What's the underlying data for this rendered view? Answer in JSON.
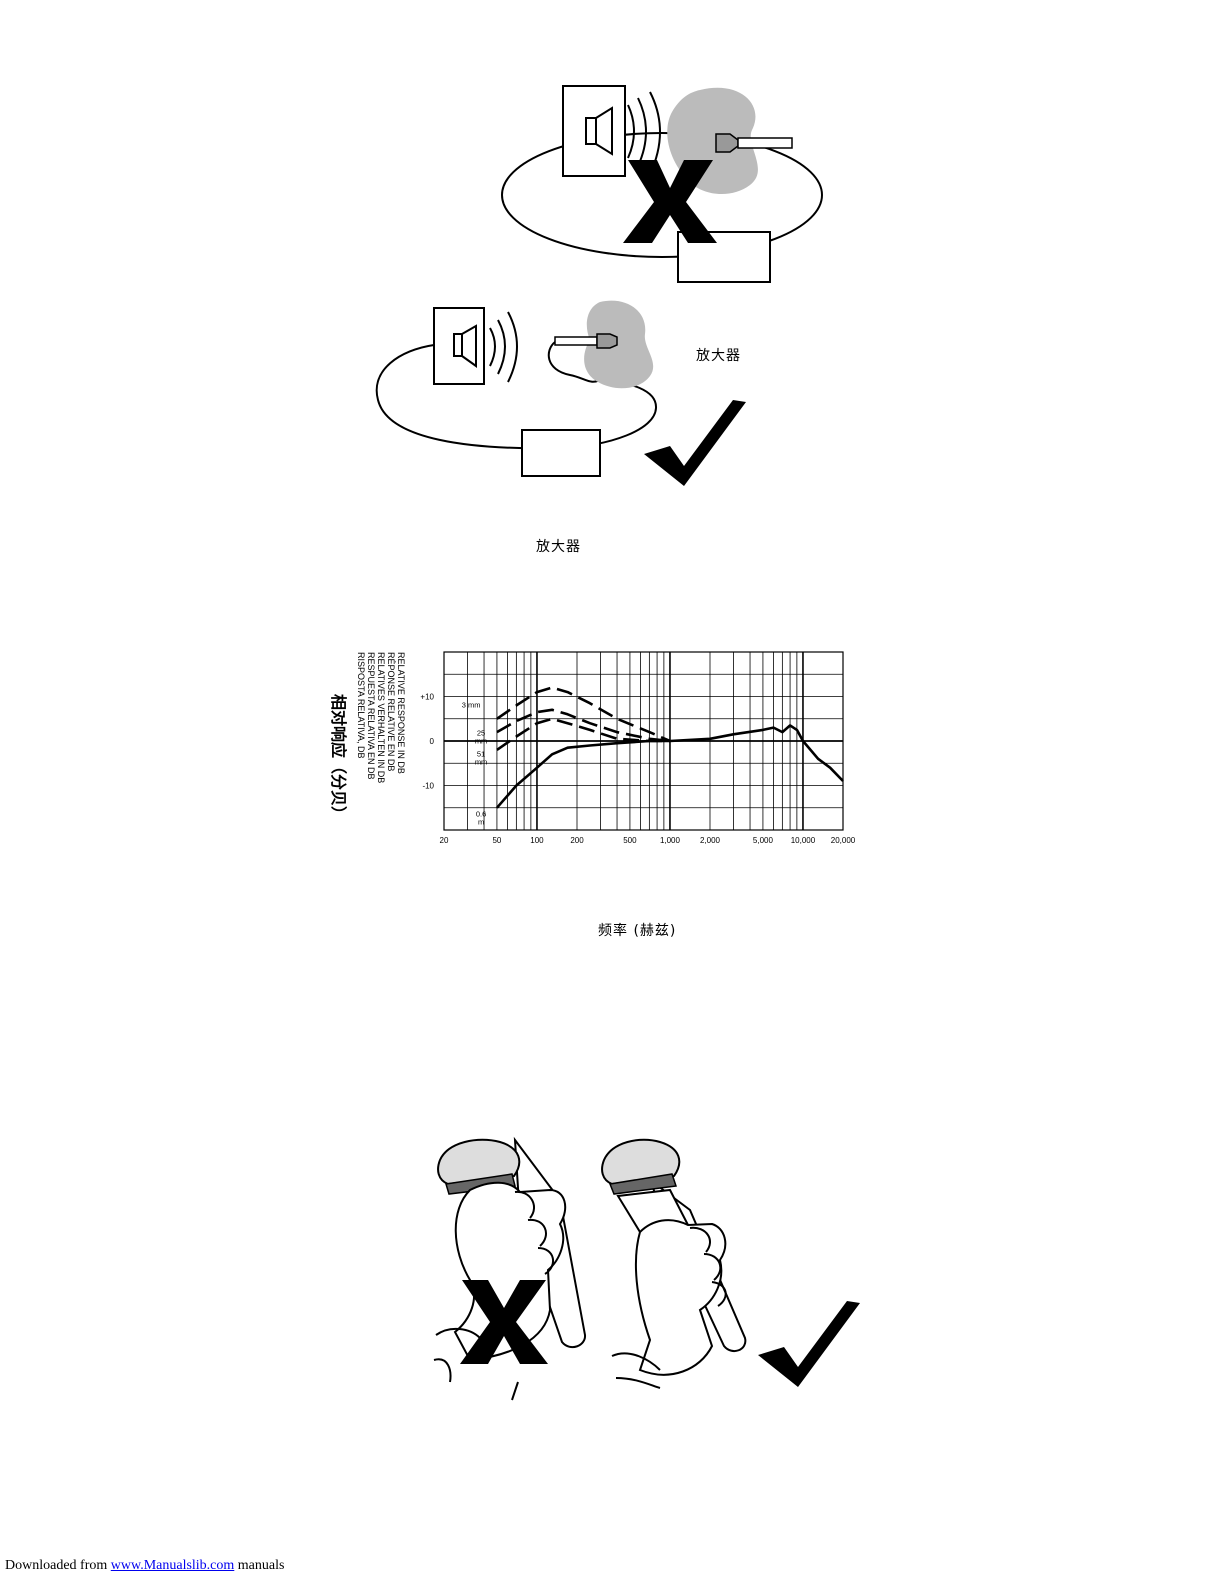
{
  "diagram_top": {
    "amplifier_label": ""
  },
  "diagram_middle": {
    "amplifier_label": "放大器"
  },
  "amplifier_caption": "放大器",
  "chart": {
    "ylabel_lines": [
      "RELATIVE   RESPONSE   IN   DB",
      "RÉPONSE   RELATIVE   EN   DB",
      "RELATIVES   VERHALTEN   IN   DB",
      "RESPUESTA   RELATIVA   EN   DB",
      "RISPOSTA   RELATIVA,   DB"
    ],
    "ylabel_cjk": "相对响应（分贝）",
    "xlabel": "频率 (赫兹)"
  },
  "chart_data": {
    "type": "line",
    "xscale": "log",
    "xlim": [
      20,
      20000
    ],
    "ylim": [
      -20,
      20
    ],
    "x_tick_labels": [
      "20",
      "50",
      "100",
      "200",
      "500",
      "1,000",
      "2,000",
      "5,000",
      "10,000",
      "20,000"
    ],
    "y_tick_labels": [
      "+10",
      "0",
      "-10"
    ],
    "annotations": [
      "3 mm",
      "25 mm",
      "51 mm",
      "0.6 m"
    ],
    "series": [
      {
        "x": [
          50,
          70,
          100,
          130,
          170,
          250,
          400,
          700,
          1000,
          2000,
          3000,
          5000,
          6000,
          7000,
          8000,
          9000,
          10000,
          13000,
          16000,
          20000
        ],
        "y": [
          -15,
          -10,
          -6,
          -3,
          -1.5,
          -1,
          -0.5,
          0,
          0,
          0.5,
          1.5,
          2.5,
          3,
          2,
          3.5,
          2.5,
          0,
          -4,
          -6,
          -9
        ]
      },
      {
        "x": [
          50,
          70,
          100,
          130,
          170,
          250,
          400,
          700,
          1000
        ],
        "y": [
          -2,
          1,
          4,
          5,
          4,
          2.5,
          0.5,
          0,
          0
        ]
      },
      {
        "x": [
          50,
          70,
          100,
          130,
          170,
          250,
          400,
          700,
          1000
        ],
        "y": [
          2,
          4.5,
          6.5,
          7,
          6,
          4,
          2,
          0.5,
          0
        ]
      },
      {
        "x": [
          50,
          70,
          100,
          130,
          170,
          250,
          400,
          700,
          1000
        ],
        "y": [
          5,
          8,
          11,
          12,
          11,
          8.5,
          5,
          2,
          0
        ]
      }
    ]
  },
  "footer": {
    "prefix": "Downloaded from ",
    "link": "www.Manualslib.com",
    "suffix": " manuals"
  }
}
